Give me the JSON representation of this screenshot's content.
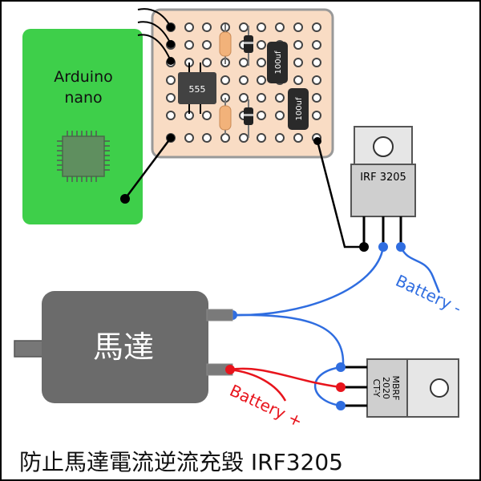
{
  "arduino": {
    "line1": "Arduino",
    "line2": "nano"
  },
  "board": {
    "ic": "555",
    "cap1": "100uf",
    "cap2": "100uf"
  },
  "mosfet": {
    "label": "IRF 3205"
  },
  "motor": {
    "label": "馬達"
  },
  "diode": {
    "line1": "MBRF",
    "line2": "2020",
    "line3": "CT-Y"
  },
  "labels": {
    "battery_neg": "Battery -",
    "battery_pos": "Battery +"
  },
  "caption": "防止馬達電流逆流充毀 IRF3205",
  "colors": {
    "arduino": "#3ecf4a",
    "perfboard": "#f9dcc4",
    "wire_blue": "#2f6de0",
    "wire_red": "#e8141c",
    "motor": "#6b6b6b"
  }
}
